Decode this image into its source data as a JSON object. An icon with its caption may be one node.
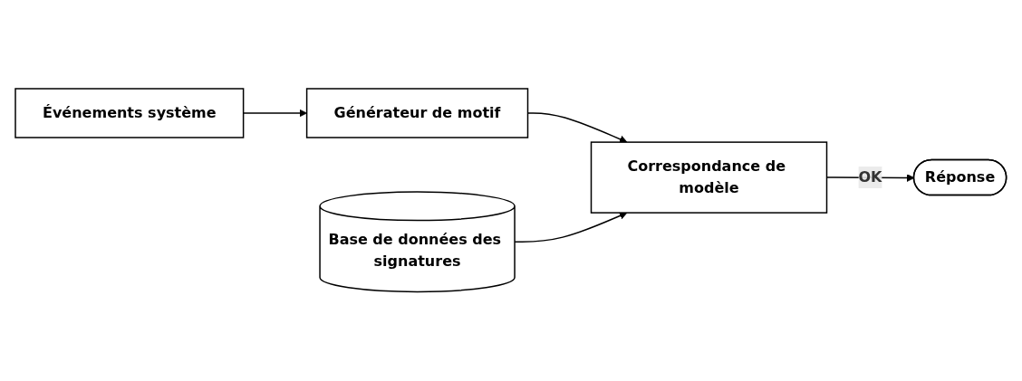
{
  "diagram": {
    "nodes": [
      {
        "text": [
          "Événements système"
        ]
      },
      {
        "text": [
          "Générateur de motif"
        ]
      },
      {
        "text": [
          "Correspondance de modèle"
        ]
      },
      {
        "text": [
          "Réponse"
        ]
      },
      {
        "text": [
          "Base de données des signatures"
        ]
      }
    ],
    "edges": [
      {
        "from": 0,
        "to": 1,
        "arrow": "to"
      },
      {
        "from": 1,
        "to": 2,
        "arrow": "to"
      },
      {
        "from": 2,
        "to": 3,
        "label": "OK",
        "arrow": "to"
      },
      {
        "from": 4,
        "to": 2,
        "arrow": "to"
      }
    ]
  }
}
